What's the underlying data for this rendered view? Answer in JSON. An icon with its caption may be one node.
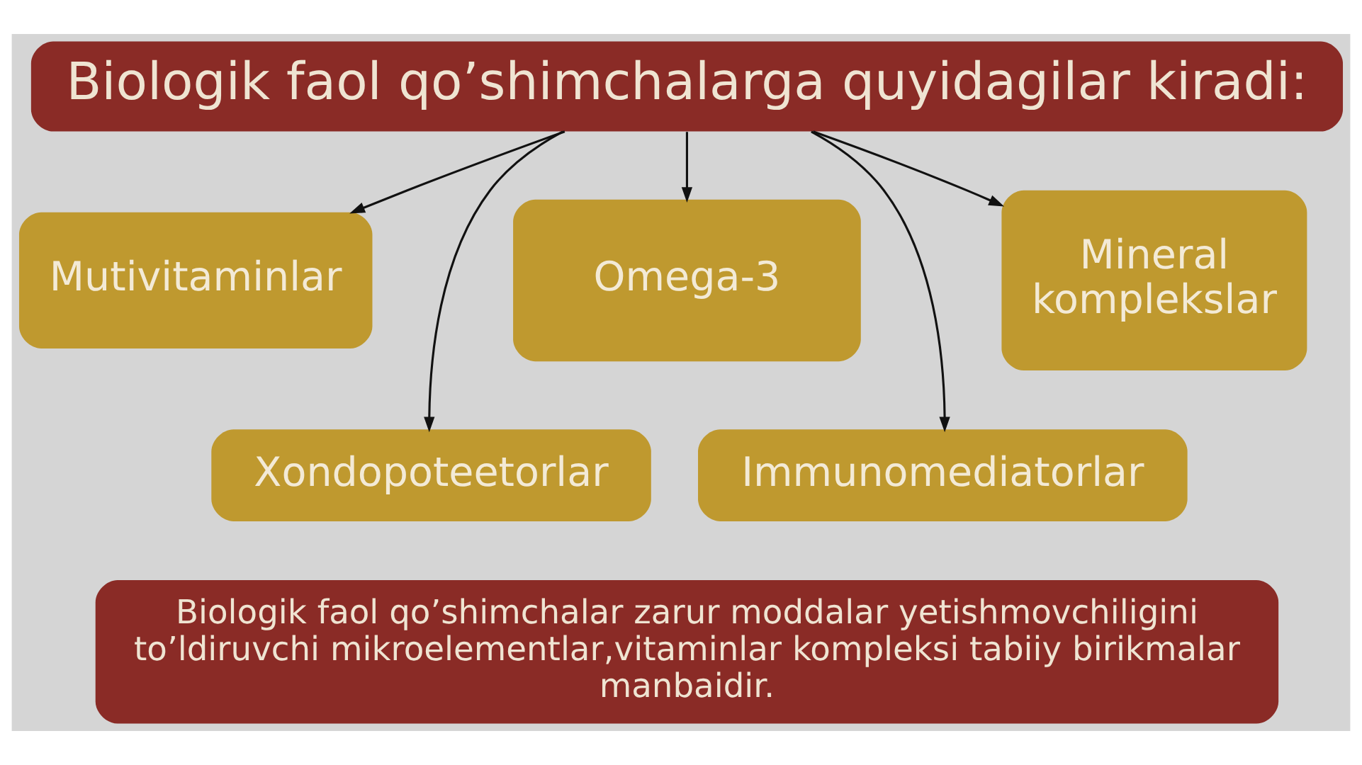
{
  "diagram": {
    "nodes": [
      {
        "text": [
          "Biologik faol qo’shimchalarga quyidagilar kiradi:"
        ]
      },
      {
        "text": [
          "Mutivitaminlar"
        ]
      },
      {
        "text": [
          "Omega-3"
        ]
      },
      {
        "text": [
          "Mineral komplekslar"
        ]
      },
      {
        "text": [
          "Xondopoteetorlar"
        ]
      },
      {
        "text": [
          "Immunomediatorlar"
        ]
      },
      {
        "text": [
          "Biologik faol qo’shimchalar zarur moddalar yetishmovchiligini to’ldiruvchi mikroelementlar,vitaminlar kompleksi tabiiy birikmalar manbaidir."
        ]
      }
    ],
    "edges": [
      {
        "from": 0,
        "to": 1,
        "arrow": "to"
      },
      {
        "from": 0,
        "to": 4,
        "arrow": "to"
      },
      {
        "from": 0,
        "to": 2,
        "arrow": "to"
      },
      {
        "from": 0,
        "to": 5,
        "arrow": "to"
      },
      {
        "from": 0,
        "to": 3,
        "arrow": "to"
      }
    ]
  }
}
